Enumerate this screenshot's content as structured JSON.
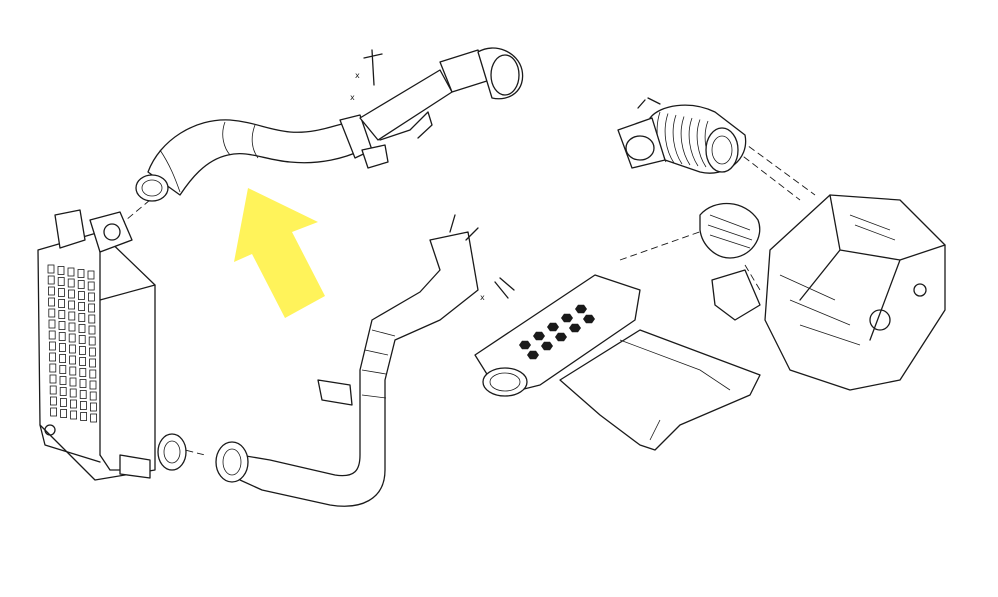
{
  "diagram": {
    "highlight_color": "#fff35a",
    "arrow_color": "#fff35a",
    "line_color": "#1a1a1a",
    "background": "#ffffff",
    "callout_labels": [
      "x",
      "x",
      "x"
    ]
  }
}
